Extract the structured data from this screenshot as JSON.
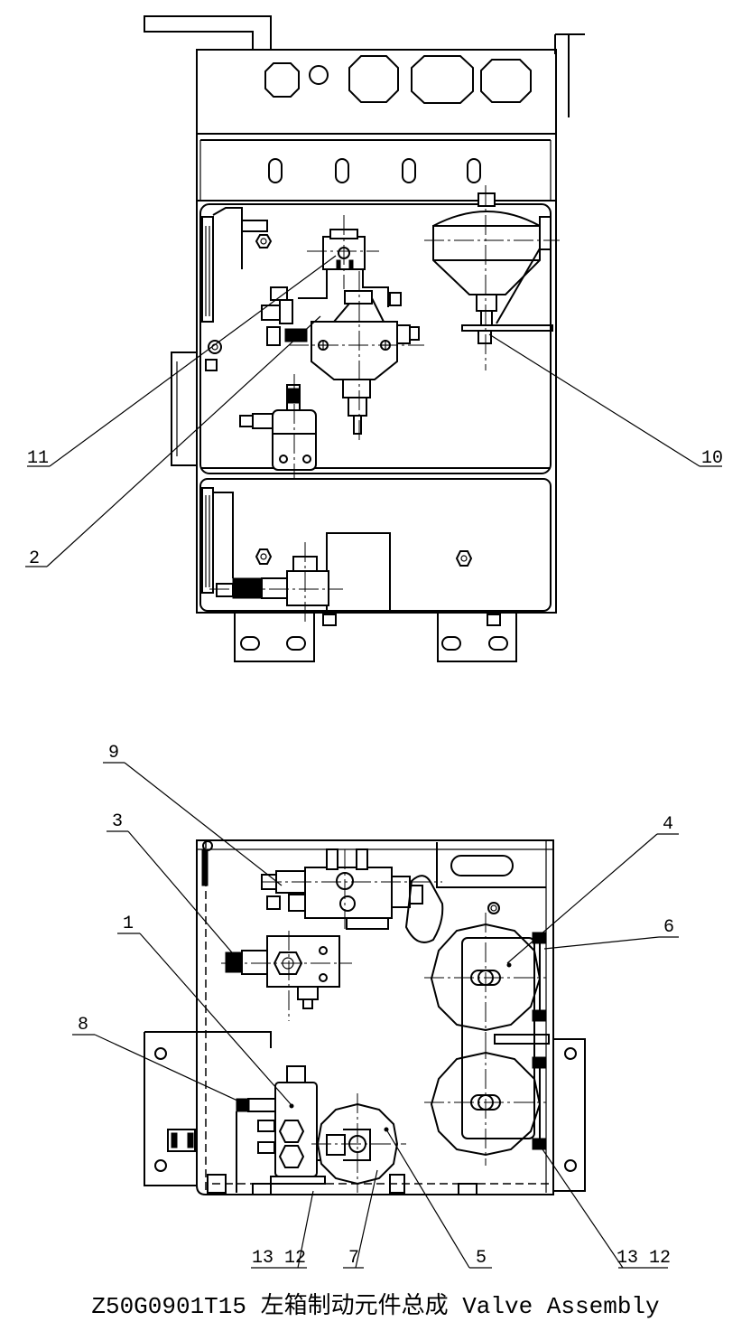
{
  "title": "Z50G0901T15 左箱制动元件总成 Valve Assembly",
  "top_view_callouts": [
    {
      "id": "callout-11",
      "label": "11"
    },
    {
      "id": "callout-2",
      "label": "2"
    },
    {
      "id": "callout-10",
      "label": "10"
    }
  ],
  "bottom_view_callouts": [
    {
      "id": "callout-9",
      "label": "9"
    },
    {
      "id": "callout-3",
      "label": "3"
    },
    {
      "id": "callout-1",
      "label": "1"
    },
    {
      "id": "callout-8",
      "label": "8"
    },
    {
      "id": "callout-4",
      "label": "4"
    },
    {
      "id": "callout-6",
      "label": "6"
    },
    {
      "id": "callout-13-12-left",
      "label": "13 12"
    },
    {
      "id": "callout-7",
      "label": "7"
    },
    {
      "id": "callout-5",
      "label": "5"
    },
    {
      "id": "callout-13-12-right",
      "label": "13 12"
    }
  ]
}
